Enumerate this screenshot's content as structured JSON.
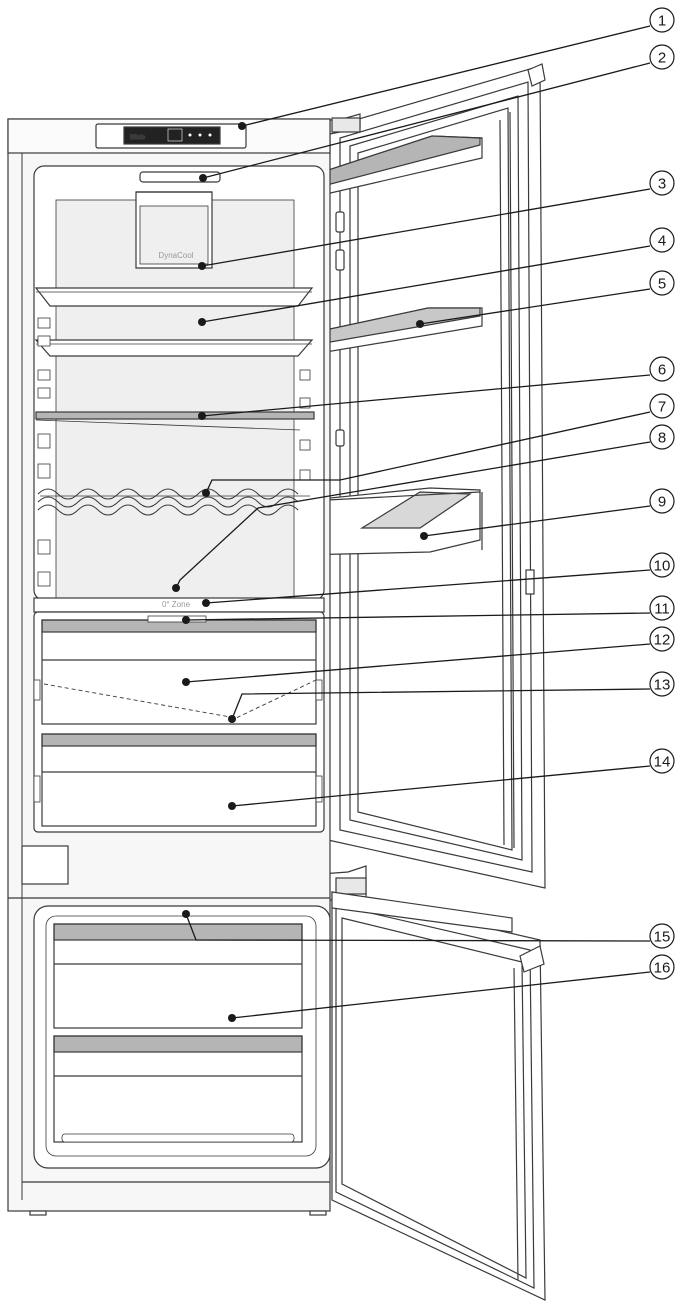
{
  "labels": {
    "dynacool": "DynaCool",
    "zero_zone": "0° Zone",
    "brand": "Miele"
  },
  "callouts": [
    {
      "number": "1"
    },
    {
      "number": "2"
    },
    {
      "number": "3"
    },
    {
      "number": "4"
    },
    {
      "number": "5"
    },
    {
      "number": "6"
    },
    {
      "number": "7"
    },
    {
      "number": "8"
    },
    {
      "number": "9"
    },
    {
      "number": "10"
    },
    {
      "number": "11"
    },
    {
      "number": "12"
    },
    {
      "number": "13"
    },
    {
      "number": "14"
    },
    {
      "number": "15"
    },
    {
      "number": "16"
    }
  ],
  "colors": {
    "outline": "#3a3a3a",
    "cabinet_fill": "#f2f2f2",
    "shelf_strip": "#b5b5b5",
    "display": "#222222"
  }
}
